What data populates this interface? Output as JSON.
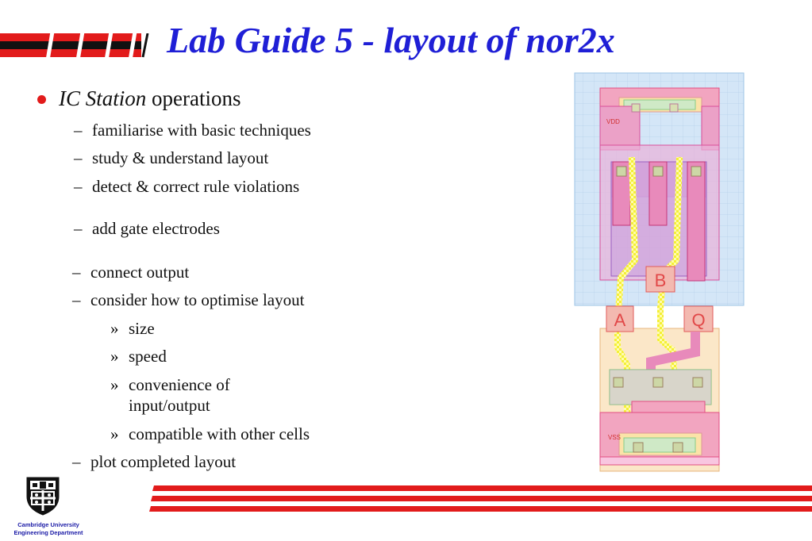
{
  "slide": {
    "title": "Lab Guide 5 - layout of nor2x",
    "bullet": {
      "italic": "IC Station",
      "rest": " operations"
    },
    "subitems": [
      "familiarise with basic techniques",
      "study & understand layout",
      "detect & correct rule violations",
      "add gate electrodes",
      "connect output",
      "consider how to optimise layout"
    ],
    "optimise_items": [
      "size",
      "speed",
      "convenience of",
      "input/output",
      "compatible with other cells"
    ],
    "last_item": "plot completed layout",
    "dash_char": "–",
    "sub_bullet_char": "»"
  },
  "layout_labels": {
    "vdd": "VDD",
    "vss": "VSS",
    "in_a": "A",
    "in_b": "B",
    "out_q": "Q"
  },
  "footer": {
    "university": "Cambridge University",
    "department": "Engineering Department"
  },
  "colors": {
    "title": "#1f1fd6",
    "accent_red": "#e21b1b",
    "footer_text": "#1a1aa6"
  }
}
